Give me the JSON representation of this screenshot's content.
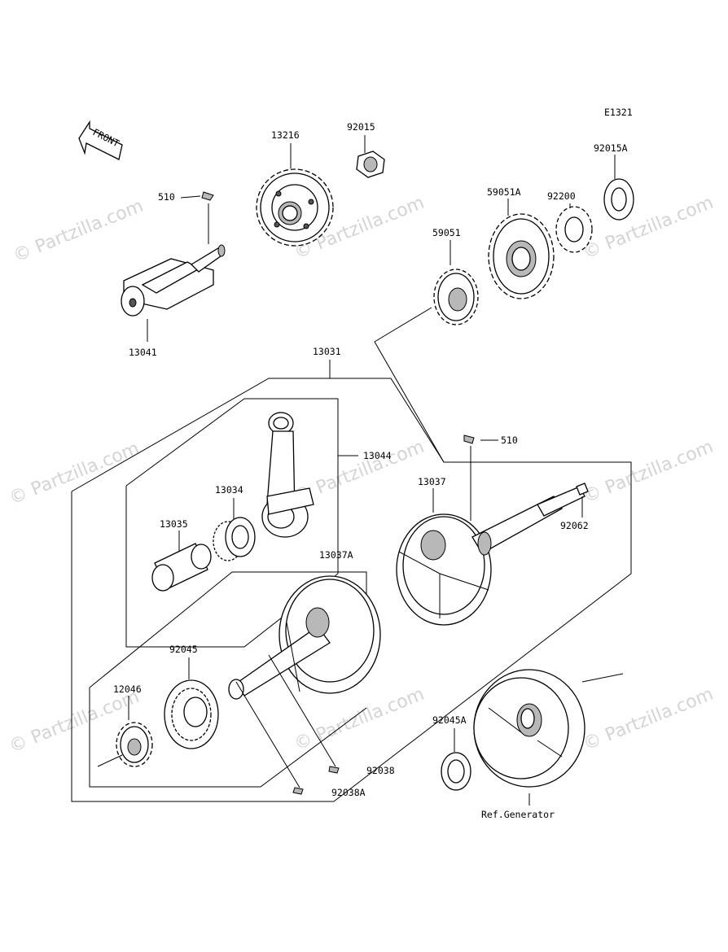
{
  "diagram_code": "E1321",
  "watermark": "© Partzilla.com",
  "front_arrow_text": "FRONT",
  "labels": {
    "p510a": "510",
    "p13216": "13216",
    "p92015": "92015",
    "p92015A": "92015A",
    "p92200": "92200",
    "p59051A": "59051A",
    "p59051": "59051",
    "p13041": "13041",
    "p13031": "13031",
    "p13044": "13044",
    "p510b": "510",
    "p13034": "13034",
    "p13037": "13037",
    "p13035": "13035",
    "p92062": "92062",
    "p13037A": "13037A",
    "p92045": "92045",
    "p12046": "12046",
    "p92045A": "92045A",
    "p92038": "92038",
    "p92038A": "92038A",
    "ref_generator": "Ref.Generator"
  }
}
